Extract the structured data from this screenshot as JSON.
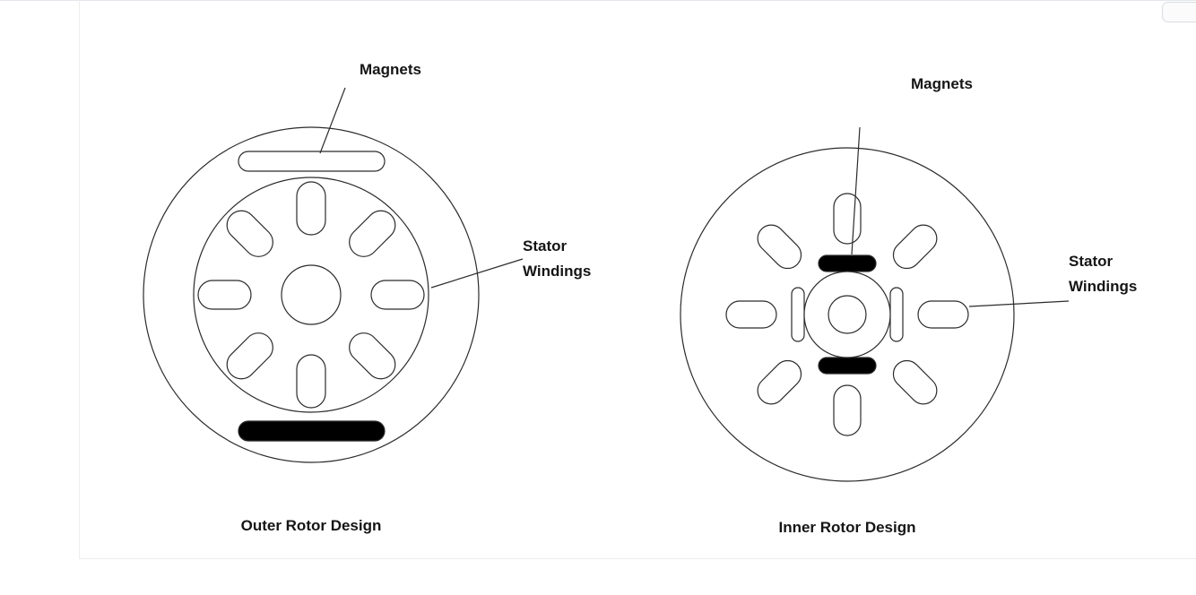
{
  "page": {
    "corner_widget": ""
  },
  "colors": {
    "line": "#2b2b2b",
    "magnet_fill": "#000000",
    "text": "#151515"
  },
  "diagrams": [
    {
      "id": "outer-rotor",
      "caption": "Outer Rotor Design",
      "labels": {
        "magnets": "Magnets",
        "stator_line1": "Stator",
        "stator_line2": "Windings"
      }
    },
    {
      "id": "inner-rotor",
      "caption": "Inner Rotor Design",
      "labels": {
        "magnets": "Magnets",
        "stator_line1": "Stator",
        "stator_line2": "Windings"
      }
    }
  ]
}
